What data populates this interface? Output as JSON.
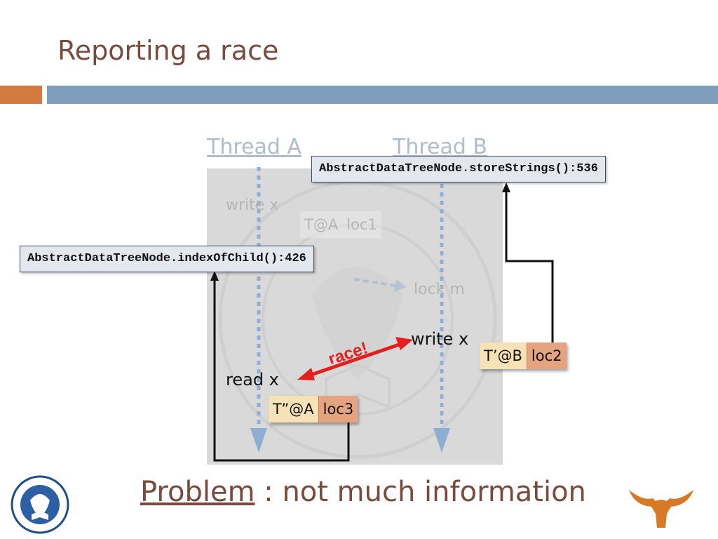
{
  "slide": {
    "title": "Reporting a race",
    "problem_keyword": "Problem",
    "problem_rest": " : not much information"
  },
  "threads": {
    "a_label": "Thread A",
    "b_label": "Thread B"
  },
  "faded_ops": {
    "write_x": "write x",
    "lock_m": "lock m"
  },
  "faded_tag": {
    "clock": "T@A",
    "loc": "loc1"
  },
  "ops": {
    "write_x": "write x",
    "read_x": "read x"
  },
  "race_label": "race!",
  "tags": {
    "b": {
      "clock": "T’@B",
      "loc": "loc2"
    },
    "a": {
      "clock": "T”@A",
      "loc": "loc3"
    }
  },
  "code_boxes": {
    "store": "AbstractDataTreeNode.storeStrings():536",
    "index": "AbstractDataTreeNode.indexOfChild():426"
  },
  "colors": {
    "title": "#7b4a3e",
    "orange_bar": "#d47a3f",
    "blue_bar": "#7f9ebd",
    "race": "#e41f1f",
    "thread_arrow": "#8eaed3"
  },
  "logos": {
    "left": "tufts-university-seal",
    "right": "texas-longhorn-logo"
  }
}
